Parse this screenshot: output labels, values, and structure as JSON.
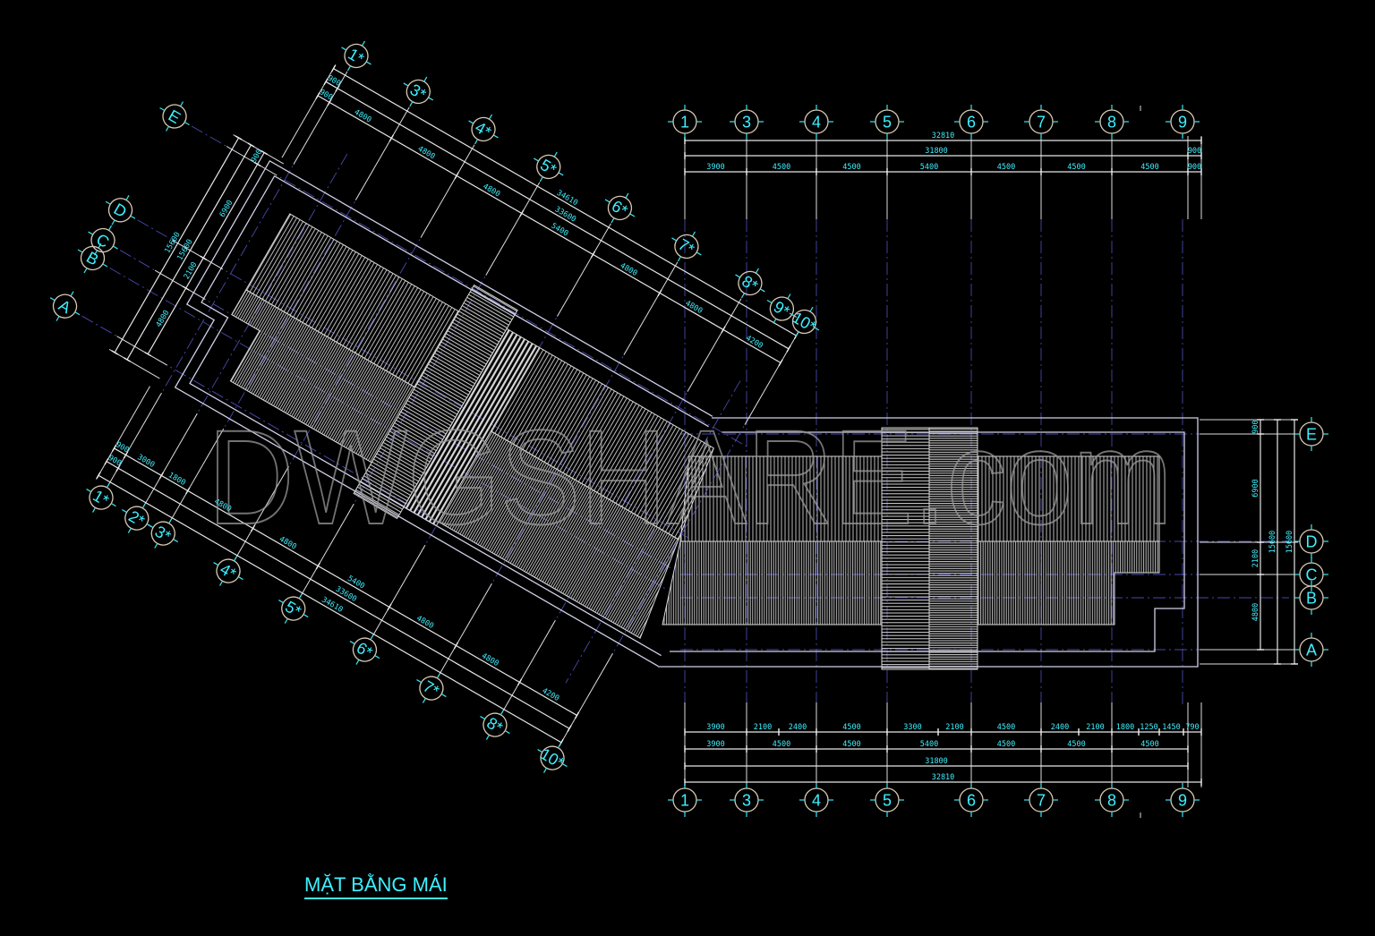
{
  "title": "MẶT BẰNG MÁI",
  "watermark": "DWGSHARE.com",
  "colors": {
    "background": "#000000",
    "dimension_text": "#3ff0ff",
    "lines": "#e6e6e6",
    "grid_lines": "#5b5bd6",
    "axis_bubble": "#d8c8b4",
    "roof_hatch": "#cfcfcf"
  },
  "right_plan": {
    "axes_x": [
      "1",
      "3",
      "4",
      "5",
      "6",
      "7",
      "8",
      "9"
    ],
    "axes_y": [
      "E",
      "D",
      "C",
      "B",
      "A"
    ],
    "top_dims": {
      "overall": "32810",
      "total": "31800",
      "overhang": "900",
      "bays": [
        "3900",
        "4500",
        "4500",
        "5400",
        "4500",
        "4500",
        "4500",
        "900"
      ]
    },
    "bottom_dims": {
      "detail": [
        "3900",
        "2100",
        "2400",
        "4500",
        "3300",
        "2100",
        "4500",
        "2400",
        "2100",
        "1800",
        "1250",
        "1450",
        "790"
      ],
      "bays": [
        "3900",
        "4500",
        "4500",
        "5400",
        "4500",
        "4500",
        "4500"
      ],
      "total": "31800",
      "overall": "32810"
    },
    "side_dims": {
      "segments": [
        "900",
        "6900",
        "2100",
        "4800"
      ],
      "total_inner": "15600",
      "total_outer": "15600"
    }
  },
  "left_plan": {
    "axes_x_top": [
      "1*",
      "3*",
      "4*",
      "5*",
      "6*",
      "7*",
      "8*",
      "9*",
      "10*"
    ],
    "axes_x_bottom": [
      "1*",
      "2*",
      "3*",
      "4*",
      "5*",
      "6*",
      "7*",
      "8*",
      "10*"
    ],
    "axes_y": [
      "E",
      "D",
      "C",
      "B",
      "A"
    ],
    "top_dims": {
      "bays": [
        "900",
        "4800",
        "4800",
        "4800",
        "5400",
        "4800",
        "4800",
        "4200"
      ],
      "total_overhang": "900",
      "total": "33600",
      "overall": "34610"
    },
    "bottom_dims": {
      "bays": [
        "900",
        "3000",
        "1800",
        "4800",
        "4800",
        "5400",
        "4800",
        "4800",
        "4200"
      ],
      "total_overhang": "900",
      "total": "33600",
      "overall": "34610"
    },
    "side_dims": {
      "segments": [
        "900",
        "6900",
        "2100",
        "4800"
      ],
      "total_inner": "15600",
      "total_outer": "15600"
    }
  }
}
